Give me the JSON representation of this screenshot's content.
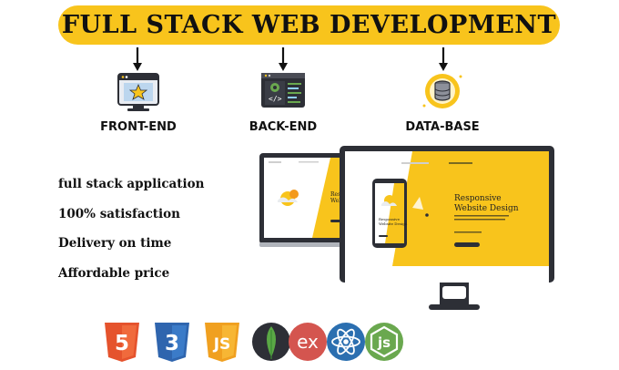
{
  "banner": {
    "title": "FULL STACK WEB DEVELOPMENT"
  },
  "stack": [
    {
      "label": "FRONT-END",
      "icon": "browser-star-icon"
    },
    {
      "label": "BACK-END",
      "icon": "code-gear-icon"
    },
    {
      "label": "DATA-BASE",
      "icon": "database-icon"
    }
  ],
  "features": [
    "full stack  application",
    "100% satisfaction",
    "Delivery on time",
    "Affordable price"
  ],
  "mockup": {
    "heading": "Responsive Website Design"
  },
  "logos": {
    "html": "5",
    "css": "3",
    "js": "JS",
    "express": "ex",
    "node": "js"
  },
  "colors": {
    "accent": "#f8c41c",
    "dark": "#2d2f36",
    "html": "#e5532d",
    "css": "#2f65ae",
    "js": "#f0a020",
    "mongo": "#2d2f36",
    "mongo_leaf": "#5aa845",
    "express": "#d4554f",
    "react": "#2b6fb0",
    "node": "#6aa84f"
  }
}
